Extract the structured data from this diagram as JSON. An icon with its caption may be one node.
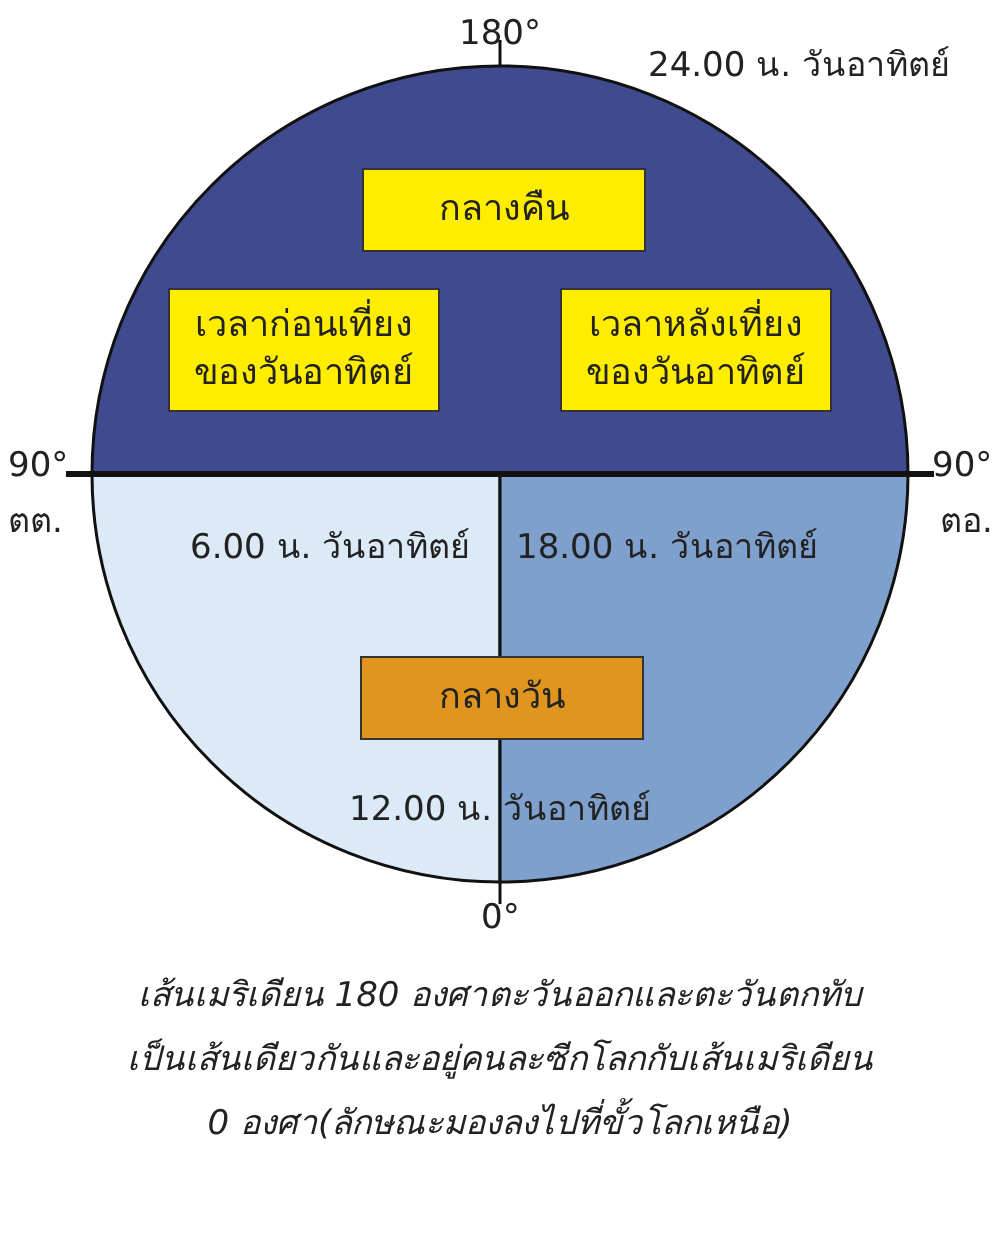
{
  "diagram": {
    "caption": "เส้นเมริเดียน 180 องศาตะวันออกและตะวันตกทับเป็นเส้นเดียวกันและอยู่คนละซีกโลกกับเส้นเมริเดียน 0 องศา(ลักษณะมองลงไปที่ขั้วโลกเหนือ)",
    "nodes": [
      {
        "text": [
          "กลางคืน"
        ]
      },
      {
        "text": [
          "เวลาก่อนเที่ยงของวันอาทิตย์"
        ]
      },
      {
        "text": [
          "เวลาหลังเที่ยงของวันอาทิตย์"
        ]
      },
      {
        "text": [
          "กลางวัน"
        ]
      }
    ],
    "labels": [
      "180°",
      "24.00 น. วันอาทิตย์",
      "90°",
      "90°",
      "ตต.",
      "ตอ.",
      "6.00 น. วันอาทิตย์",
      "18.00 น. วันอาทิตย์",
      "12.00 น. วันอาทิตย์",
      "0°"
    ]
  }
}
